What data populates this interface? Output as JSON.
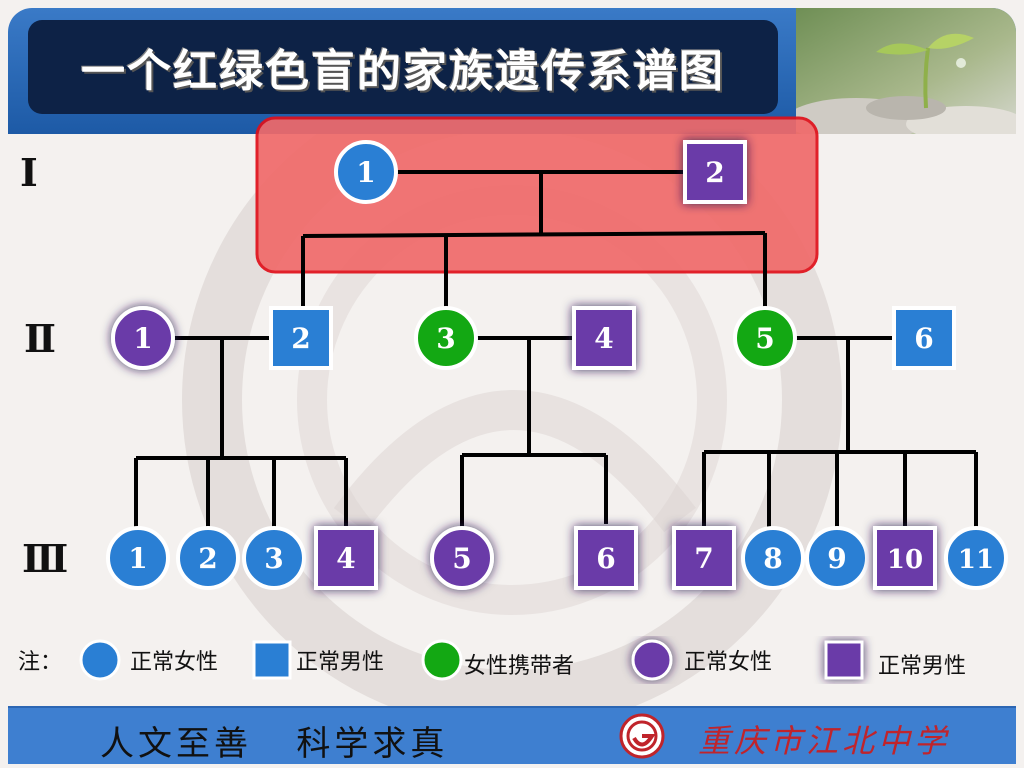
{
  "title": "一个红绿色盲的家族遗传系谱图",
  "generation_labels": [
    "Ⅰ",
    "Ⅱ",
    "Ⅲ"
  ],
  "colors": {
    "normal": "#2a7fd4",
    "carrier": "#13a813",
    "affected": "#6a3aa8",
    "highlight": "#f06a6a",
    "highlight_border": "#e0101a"
  },
  "generation_1": [
    {
      "id": "1",
      "sex": "female",
      "status": "normal"
    },
    {
      "id": "2",
      "sex": "male",
      "status": "affected"
    }
  ],
  "generation_2": [
    {
      "id": "1",
      "sex": "female",
      "status": "affected"
    },
    {
      "id": "2",
      "sex": "male",
      "status": "normal"
    },
    {
      "id": "3",
      "sex": "female",
      "status": "carrier"
    },
    {
      "id": "4",
      "sex": "male",
      "status": "affected"
    },
    {
      "id": "5",
      "sex": "female",
      "status": "carrier"
    },
    {
      "id": "6",
      "sex": "male",
      "status": "normal"
    }
  ],
  "generation_3": [
    {
      "id": "1",
      "sex": "female",
      "status": "normal"
    },
    {
      "id": "2",
      "sex": "female",
      "status": "normal"
    },
    {
      "id": "3",
      "sex": "female",
      "status": "normal"
    },
    {
      "id": "4",
      "sex": "male",
      "status": "affected"
    },
    {
      "id": "5",
      "sex": "female",
      "status": "affected"
    },
    {
      "id": "6",
      "sex": "male",
      "status": "affected"
    },
    {
      "id": "7",
      "sex": "male",
      "status": "affected"
    },
    {
      "id": "8",
      "sex": "female",
      "status": "normal"
    },
    {
      "id": "9",
      "sex": "female",
      "status": "normal"
    },
    {
      "id": "10",
      "sex": "male",
      "status": "affected"
    },
    {
      "id": "11",
      "sex": "female",
      "status": "normal"
    }
  ],
  "legend": {
    "prefix": "注：",
    "items": [
      {
        "label": "正常女性",
        "sex": "female",
        "status": "normal"
      },
      {
        "label": "正常男性",
        "sex": "male",
        "status": "normal"
      },
      {
        "label": "女性携带者",
        "sex": "female",
        "status": "carrier"
      },
      {
        "label": "正常女性",
        "sex": "female",
        "status": "affected"
      },
      {
        "label": "正常男性",
        "sex": "male",
        "status": "affected"
      }
    ]
  },
  "footer": {
    "motto": "人文至善   科学求真",
    "school_name": "重庆市江北中学"
  }
}
